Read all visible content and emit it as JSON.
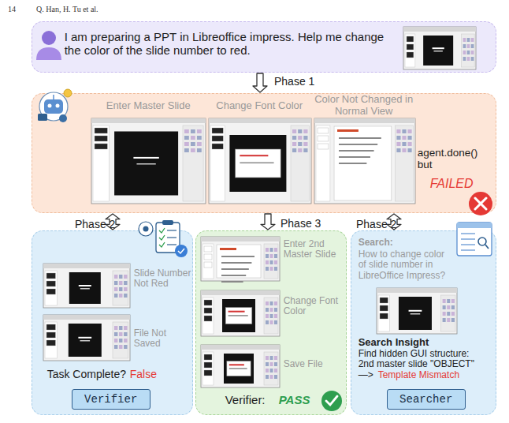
{
  "diagram": {
    "nodes": [
      {
        "text": [
          "I am preparing a PPT in Libreoffice impress. Help me change the color of the slide number to red."
        ]
      },
      {
        "text": [
          "Enter Master Slide",
          "Change Font Color",
          "Color Not Changed in Normal View",
          "agent.done() but",
          "FAILED"
        ]
      },
      {
        "text": [
          "Slide Number Not Red",
          "File Not Saved",
          "Task Complete?",
          "False"
        ]
      },
      {
        "text": [
          "Verifier"
        ],
        "in": 2
      },
      {
        "text": [
          "Enter 2nd Master Slide",
          "Change Font Color",
          "Save File",
          "Verifier:",
          "PASS"
        ]
      },
      {
        "text": [
          "Search:",
          "How to change color of slide number in LibreOffice Impress?",
          "Search Insight",
          "Find hidden GUI structure: 2nd master slide \"OBJECT\" —>",
          "Template Mismatch"
        ]
      },
      {
        "text": [
          "Searcher"
        ],
        "in": 5
      }
    ],
    "edges": [
      {
        "from": 0,
        "to": 1,
        "arrow": "to",
        "label": "Phase 1"
      },
      {
        "from": 1,
        "to": 2,
        "arrow": "both",
        "label": "Phase 2"
      },
      {
        "from": 1,
        "to": 4,
        "arrow": "to",
        "label": "Phase 3"
      },
      {
        "from": 1,
        "to": 5,
        "arrow": "both",
        "label": "Phase 2"
      }
    ],
    "labels": [
      "14",
      "Q. Han, H. Tu et al."
    ]
  }
}
